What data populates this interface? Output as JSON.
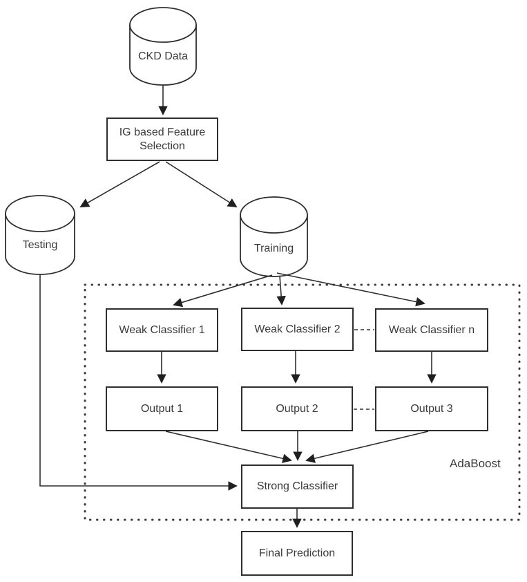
{
  "diagram": {
    "title_note": "",
    "nodes": {
      "ckd": {
        "label": "CKD Data",
        "shape": "cylinder"
      },
      "ig": {
        "label": "IG based Feature Selection",
        "shape": "rect"
      },
      "testing": {
        "label": "Testing",
        "shape": "cylinder"
      },
      "training": {
        "label": "Training",
        "shape": "cylinder"
      },
      "weak1": {
        "label": "Weak Classifier 1",
        "shape": "rect"
      },
      "weak2": {
        "label": "Weak Classifier 2",
        "shape": "rect"
      },
      "weakn": {
        "label": "Weak Classifier n",
        "shape": "rect"
      },
      "out1": {
        "label": "Output 1",
        "shape": "rect"
      },
      "out2": {
        "label": "Output 2",
        "shape": "rect"
      },
      "out3": {
        "label": "Output 3",
        "shape": "rect"
      },
      "strong": {
        "label": "Strong Classifier",
        "shape": "rect"
      },
      "final": {
        "label": "Final Prediction",
        "shape": "rect"
      }
    },
    "group": {
      "label": "AdaBoost",
      "style": "dotted-rectangle",
      "contains": [
        "weak1",
        "weak2",
        "weakn",
        "out1",
        "out2",
        "out3",
        "strong"
      ]
    },
    "edges": [
      {
        "from": "ckd",
        "to": "ig",
        "style": "arrow"
      },
      {
        "from": "ig",
        "to": "testing",
        "style": "arrow"
      },
      {
        "from": "ig",
        "to": "training",
        "style": "arrow"
      },
      {
        "from": "training",
        "to": "weak1",
        "style": "arrow"
      },
      {
        "from": "training",
        "to": "weak2",
        "style": "arrow"
      },
      {
        "from": "training",
        "to": "weakn",
        "style": "arrow"
      },
      {
        "from": "weak1",
        "to": "out1",
        "style": "arrow"
      },
      {
        "from": "weak2",
        "to": "out2",
        "style": "arrow"
      },
      {
        "from": "weakn",
        "to": "out3",
        "style": "arrow"
      },
      {
        "from": "out1",
        "to": "strong",
        "style": "arrow"
      },
      {
        "from": "out2",
        "to": "strong",
        "style": "arrow"
      },
      {
        "from": "out3",
        "to": "strong",
        "style": "arrow"
      },
      {
        "from": "testing",
        "to": "strong",
        "style": "arrow-elbow"
      },
      {
        "from": "strong",
        "to": "final",
        "style": "arrow"
      },
      {
        "from": "weak2",
        "to": "weakn",
        "style": "dashed"
      },
      {
        "from": "out2",
        "to": "out3",
        "style": "dashed"
      }
    ],
    "colors": {
      "line": "#2e2e2e",
      "text": "#3a3a3a",
      "background": "#ffffff"
    }
  }
}
